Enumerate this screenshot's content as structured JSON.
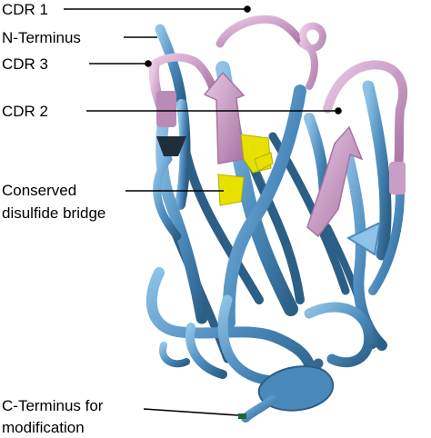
{
  "diagram": {
    "labels": {
      "cdr1": "CDR 1",
      "n_terminus": "N-Terminus",
      "cdr3": "CDR 3",
      "cdr2": "CDR 2",
      "disulfide_line1": "Conserved",
      "disulfide_line2": "disulfide bridge",
      "c_terminus_line1": "C-Terminus for",
      "c_terminus_line2": "modification"
    },
    "colors": {
      "beta_strand": "#4a89bb",
      "beta_strand_light": "#8ec2e6",
      "beta_strand_dark": "#2c5f86",
      "cdr_loop": "#d4a3cf",
      "cdr_loop_dark": "#a773a3",
      "disulfide": "#e8e100",
      "leader_line": "#000000"
    }
  }
}
